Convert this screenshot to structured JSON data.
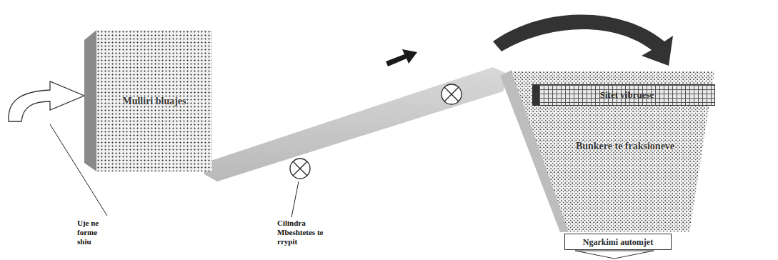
{
  "diagram": {
    "nodes": [
      {
        "text": [
          "Mulliri bluajes"
        ]
      },
      {
        "text": [
          "Bunkere te fraksioneve"
        ]
      },
      {
        "text": [
          "Sitet vibruese"
        ],
        "in": 1
      },
      {
        "text": [
          "Ngarkimi automjet"
        ]
      }
    ],
    "labels": [
      "Uje ne forme shiu",
      "Cilindra Mbeshtetes te rrypit"
    ]
  }
}
